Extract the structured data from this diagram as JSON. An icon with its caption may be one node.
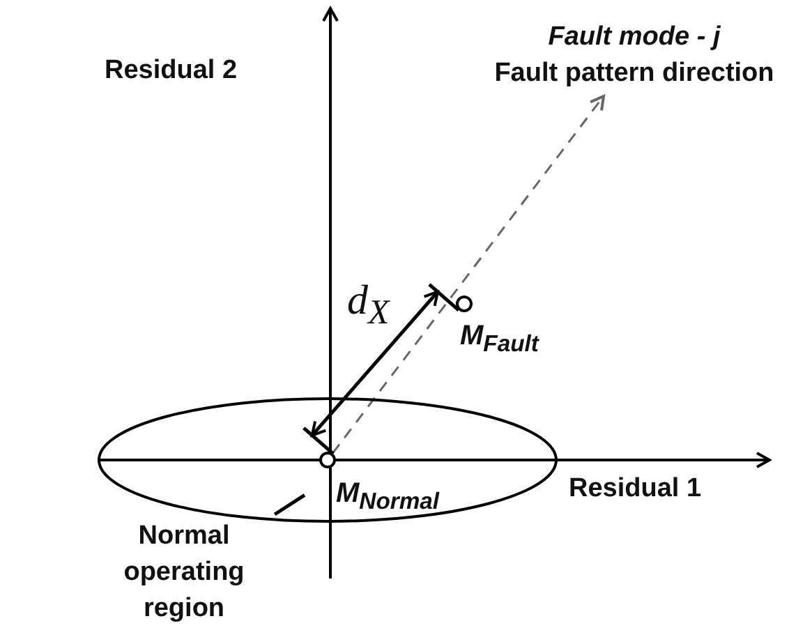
{
  "diagram": {
    "nodes": [
      {
        "text": [],
        "shape": "ellipse"
      },
      {
        "text": [
          "Normal operating region"
        ]
      },
      {
        "text": [
          "M$_{Normal}$"
        ],
        "in": 0
      },
      {
        "text": [
          "M$_{Fault}$"
        ]
      },
      {
        "text": [
          "*Fault mode - j*",
          "Fault pattern direction"
        ]
      }
    ],
    "edges": [
      {
        "from": 1,
        "to": 0,
        "arrow": "none"
      },
      {
        "from": 2,
        "to": 4,
        "arrow": "to",
        "style": "dashed",
        "color": "#666666"
      },
      {
        "from": 2,
        "to": 3,
        "arrow": "both",
        "label": "d$_{X}$"
      }
    ],
    "labels": [
      "Residual 2",
      "Residual 1"
    ]
  }
}
